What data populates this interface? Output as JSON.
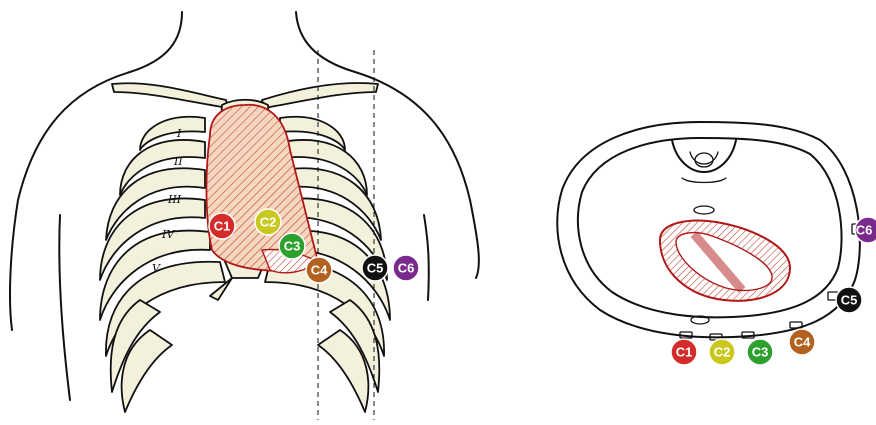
{
  "chest_view": {
    "rib_labels": [
      "I",
      "II",
      "III",
      "IV",
      "V"
    ],
    "electrodes": [
      {
        "label": "C1",
        "color": "#d42b2b"
      },
      {
        "label": "C2",
        "color": "#c8c81e"
      },
      {
        "label": "C3",
        "color": "#2ea02e"
      },
      {
        "label": "C4",
        "color": "#b2621e"
      },
      {
        "label": "C5",
        "color": "#111111"
      },
      {
        "label": "C6",
        "color": "#7a2a8c"
      }
    ]
  },
  "cross_section": {
    "electrodes": [
      {
        "label": "C1",
        "color": "#d42b2b"
      },
      {
        "label": "C2",
        "color": "#c8c81e"
      },
      {
        "label": "C3",
        "color": "#2ea02e"
      },
      {
        "label": "C4",
        "color": "#b2621e"
      },
      {
        "label": "C5",
        "color": "#111111"
      },
      {
        "label": "C6",
        "color": "#7a2a8c"
      }
    ]
  },
  "colors": {
    "heart_fill": "#f5d7c0",
    "heart_outline": "#b01818",
    "bone": "#f3f1dc"
  }
}
